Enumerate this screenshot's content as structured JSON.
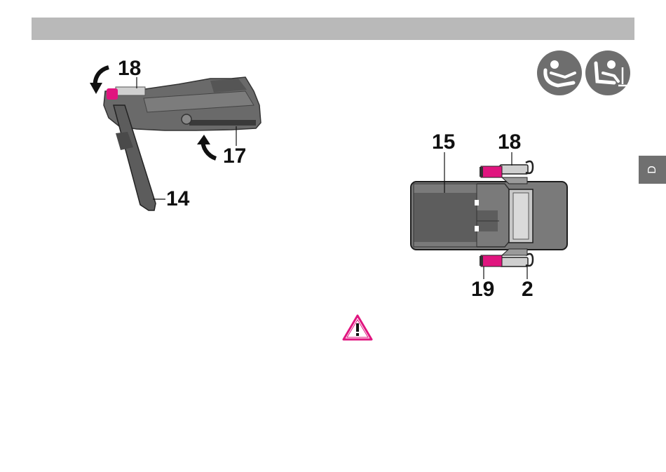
{
  "header": {
    "title": ""
  },
  "side_tab": {
    "label": "D"
  },
  "figure_left": {
    "labels": {
      "a": "18",
      "b": "17",
      "c": "14"
    }
  },
  "figure_right": {
    "labels": {
      "a": "15",
      "b": "18",
      "c": "19",
      "d": "2"
    }
  },
  "icons": [
    "infant-carrier-icon",
    "isofix-base-icon",
    "warning-icon"
  ],
  "colors": {
    "header": "#b9b9b9",
    "tab": "#707070",
    "accent": "#e0157f",
    "dark": "#4a4a4a"
  }
}
